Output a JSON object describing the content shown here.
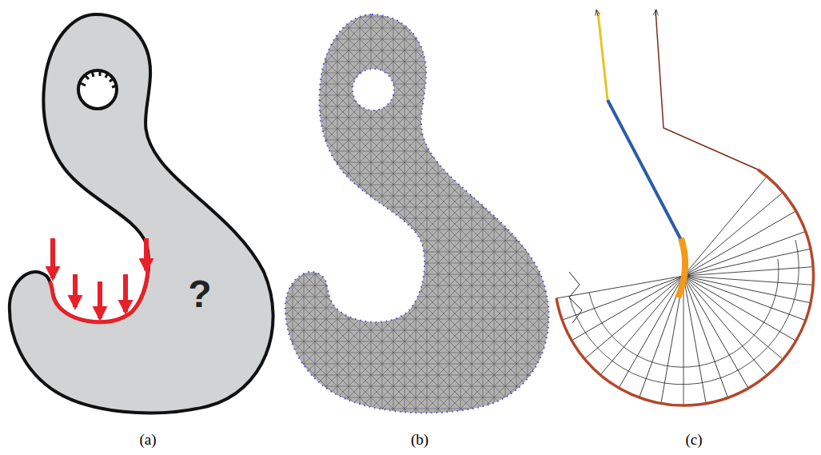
{
  "diagram": {
    "labels": [
      "?",
      "(a)",
      "(b)",
      "(c)"
    ]
  }
}
